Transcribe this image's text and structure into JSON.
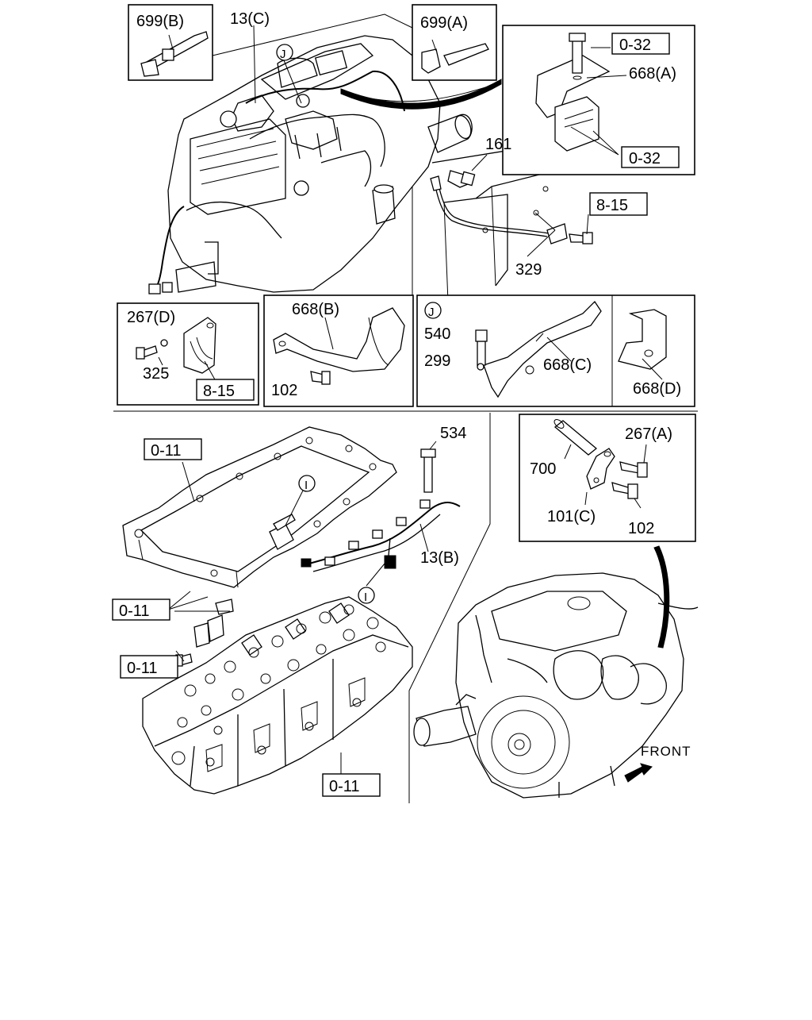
{
  "callouts": {
    "c699b": "699(B)",
    "c13c": "13(C)",
    "c699a": "699(A)",
    "c032a": "0-32",
    "c668a": "668(A)",
    "c032b": "0-32",
    "cJtop": "J",
    "c161": "161",
    "c815a": "8-15",
    "c329": "329",
    "c267d": "267(D)",
    "c325": "325",
    "c815b": "8-15",
    "c668b": "668(B)",
    "c102a": "102",
    "cJbox": "J",
    "c540": "540",
    "c299": "299",
    "c668c": "668(C)",
    "c668d": "668(D)",
    "c011a": "0-11",
    "cI1": "I",
    "c534": "534",
    "c13b": "13(B)",
    "cI2": "I",
    "c011b": "0-11",
    "c011c": "0-11",
    "c011d": "0-11",
    "c267a": "267(A)",
    "c700": "700",
    "c101c": "101(C)",
    "c102b": "102",
    "front": "FRONT"
  }
}
